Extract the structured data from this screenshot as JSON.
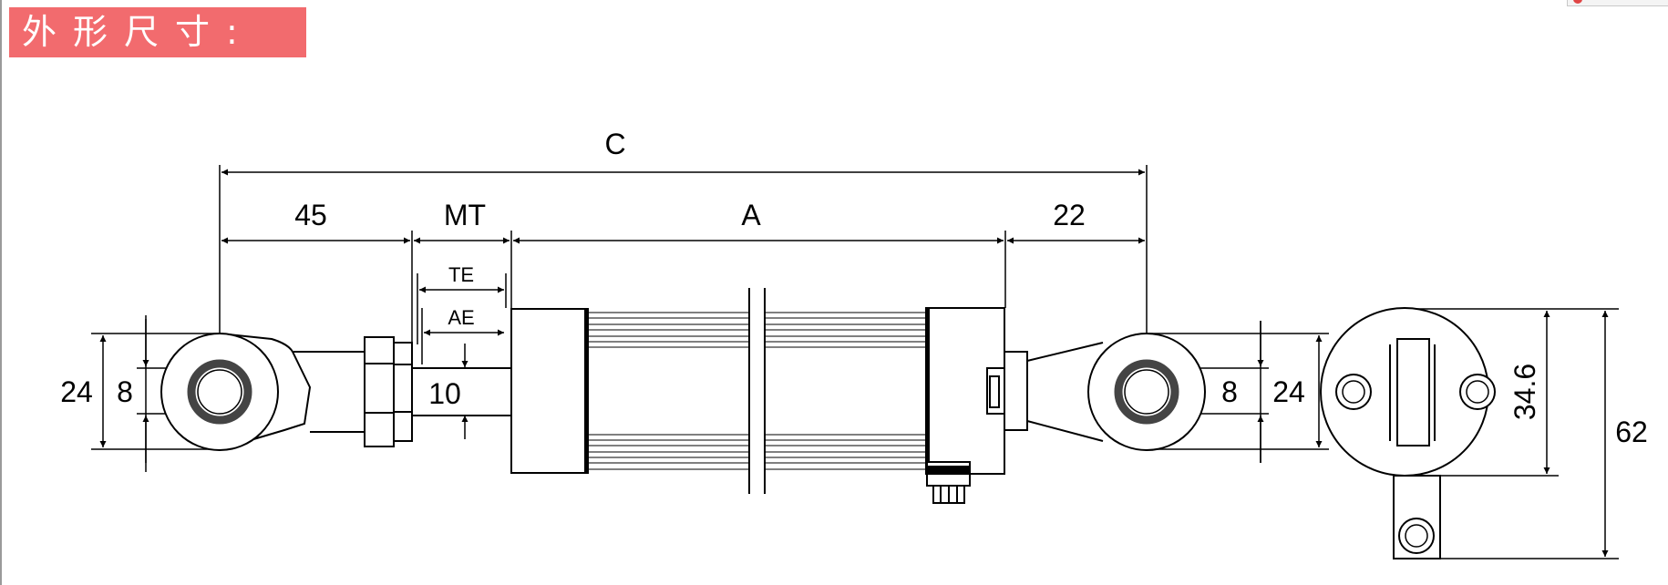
{
  "title": "外形尺寸:",
  "dimensions": {
    "C": "C",
    "d45": "45",
    "MT": "MT",
    "A": "A",
    "d22": "22",
    "TE": "TE",
    "AE": "AE",
    "left_24": "24",
    "left_8": "8",
    "d10": "10",
    "right_8": "8",
    "right_24": "24",
    "d34_6": "34.6",
    "d62": "62"
  },
  "colors": {
    "banner": "#f26b6e",
    "line": "#000000",
    "eye_ring": "#444444"
  }
}
